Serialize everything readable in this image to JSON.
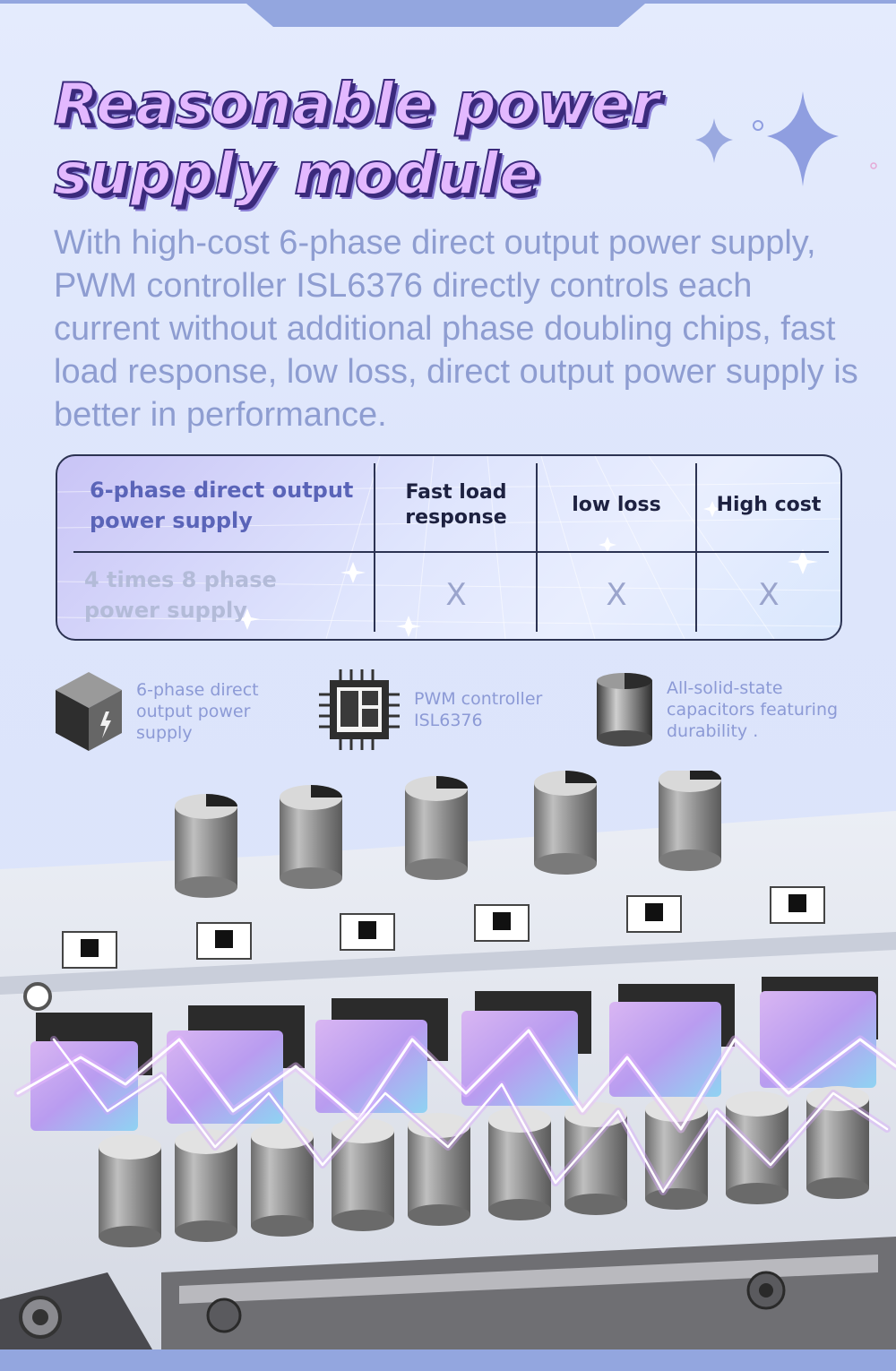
{
  "headline": {
    "line1": "Reasonable power",
    "line2": "supply module"
  },
  "description": "With high-cost 6-phase direct output power supply, PWM controller ISL6376 directly controls each current without additional phase doubling chips, fast load response, low loss, direct output power supply is better in performance.",
  "comparison": {
    "header_main": "6-phase direct output power supply",
    "columns": [
      "Fast load response",
      "low loss",
      "High cost"
    ],
    "row_label": "4 times 8 phase power supply",
    "row_values": [
      "X",
      "X",
      "X"
    ]
  },
  "features": [
    {
      "label": "6-phase direct output power supply",
      "icon": "cube-lightning-icon"
    },
    {
      "label": "PWM controller ISL6376",
      "icon": "chip-icon"
    },
    {
      "label": "All-solid-state capacitors featuring durability .",
      "icon": "capacitor-icon"
    }
  ],
  "colors": {
    "accent": "#93a6df",
    "heading_fill": "#e3b8ff",
    "heading_outline": "#3b2a7c",
    "body_text": "#8e9dd1",
    "table_border": "#2c3352"
  }
}
